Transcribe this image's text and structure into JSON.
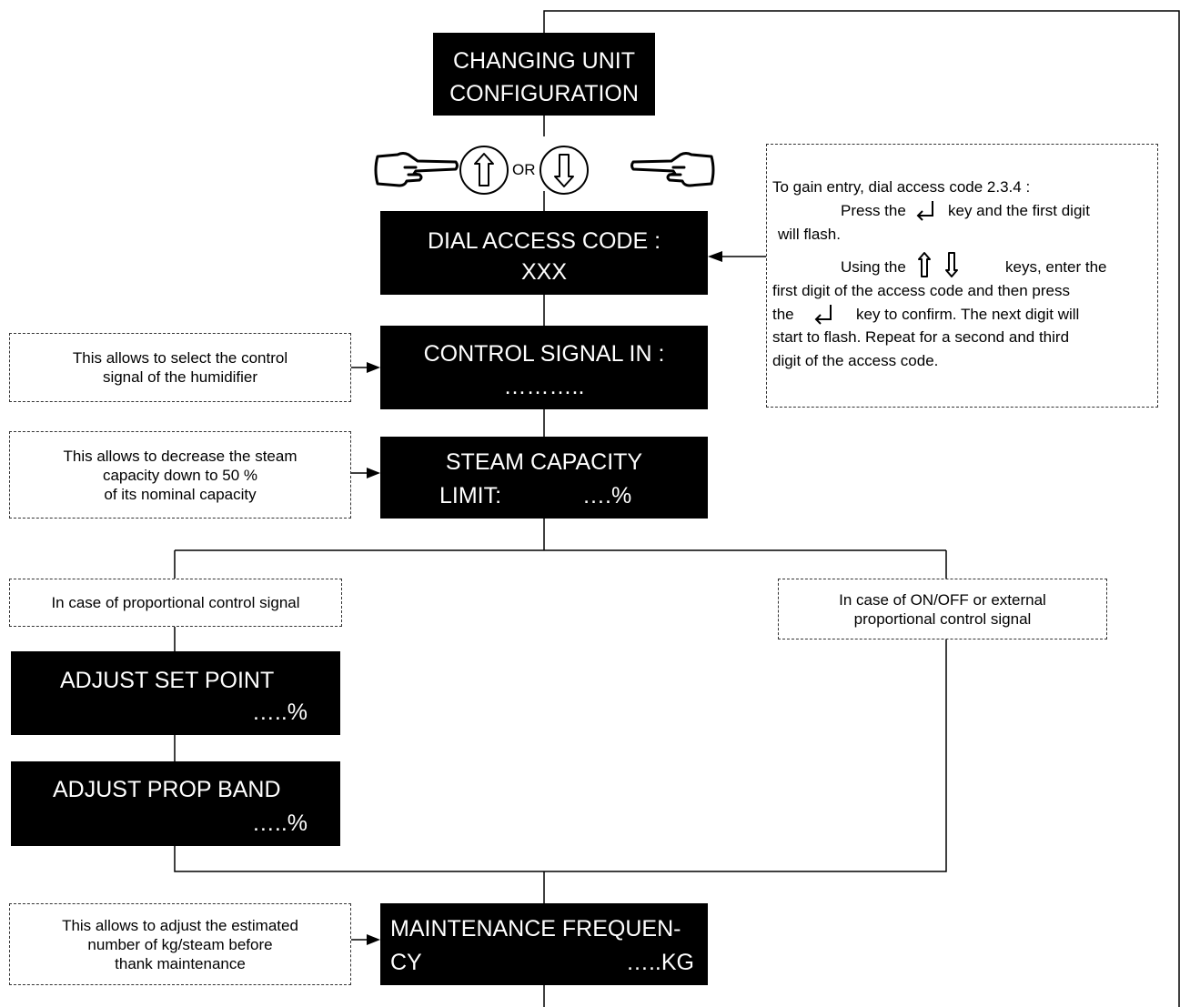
{
  "boxes": {
    "changing": {
      "line1": "CHANGING UNIT",
      "line2": "CONFIGURATION"
    },
    "dial": {
      "line1": "DIAL ACCESS CODE :",
      "line2": "XXX"
    },
    "control": {
      "line1": "CONTROL SIGNAL IN :",
      "line2": "……….."
    },
    "steam": {
      "line1": "STEAM CAPACITY",
      "line2a": "LIMIT:",
      "line2b": "….%"
    },
    "setpoint": {
      "line1": "ADJUST SET POINT",
      "line2": "…..%"
    },
    "propband": {
      "line1": "ADJUST PROP BAND",
      "line2": "…..%"
    },
    "maintenance": {
      "line1": "MAINTENANCE FREQUEN-",
      "line2a": "CY",
      "line2b": "…..KG"
    }
  },
  "keys": {
    "or_label": "OR",
    "up": "up-arrow-key",
    "down": "down-arrow-key"
  },
  "notes": {
    "control": {
      "text": "This allows to select the control\nsignal of the humidifier"
    },
    "steam": {
      "text": "This allows to decrease the steam\ncapacity down to 50 %\nof its nominal capacity"
    },
    "proportional": {
      "text": "In case of proportional control signal"
    },
    "onoff": {
      "text": "In case of ON/OFF or external\nproportional control signal"
    },
    "maintenance": {
      "text": "This allows to adjust the estimated\nnumber of kg/steam before\nthank maintenance"
    }
  },
  "instructions": {
    "l1": "To gain entry, dial access code 2.3.4 :",
    "l2a": "Press the",
    "l2b": "key and the first digit",
    "l3": "will flash.",
    "l4a": "Using the",
    "l4b": "keys, enter the",
    "l5": "first digit of the access code and then press",
    "l6a": "the",
    "l6b": "key to confirm. The next digit will",
    "l7": "start to flash. Repeat for a second and third",
    "l8": "digit of the access code."
  }
}
